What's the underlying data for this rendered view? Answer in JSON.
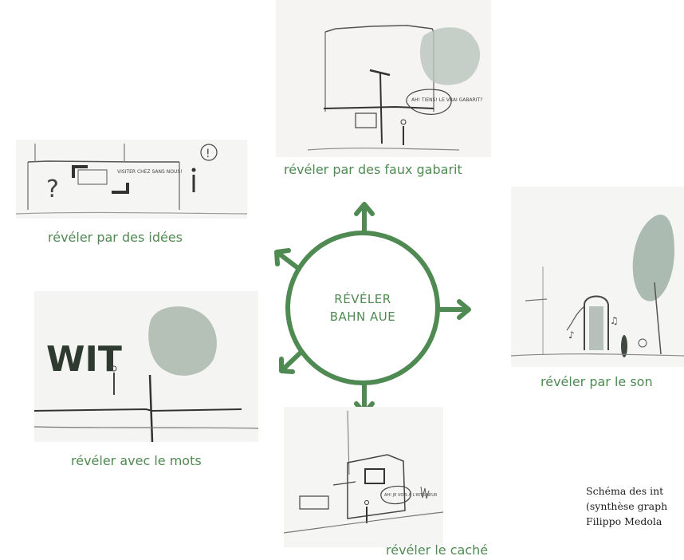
{
  "center": {
    "line1": "RÉVÉLER",
    "line2": "BAHN AUE"
  },
  "colors": {
    "accent": "#4f8a52",
    "sketch_bg": "#f3f3f1",
    "ink": "#3d3d3d"
  },
  "panels": [
    {
      "caption": "révéler par des faux gabarit"
    },
    {
      "caption": "révéler par des idées"
    },
    {
      "caption": "révéler par le son"
    },
    {
      "caption": "révéler avec le mots"
    },
    {
      "caption": "révéler le caché"
    }
  ],
  "sketch_text": {
    "ideas_sign": "VISITER CHEZ SANS NOUS!",
    "ideas_question": "?",
    "ideas_exclaim": "!",
    "gabarit_speech": "AH! TIENS! LE VRAI GABARIT?",
    "words": "WIT",
    "hidden_speech": "AH! JE VOIS À L'INTÉRIEUR"
  },
  "credit": {
    "line1": "Schéma des int",
    "line2": "(synthèse graph",
    "line3": "Filippo Medola"
  }
}
